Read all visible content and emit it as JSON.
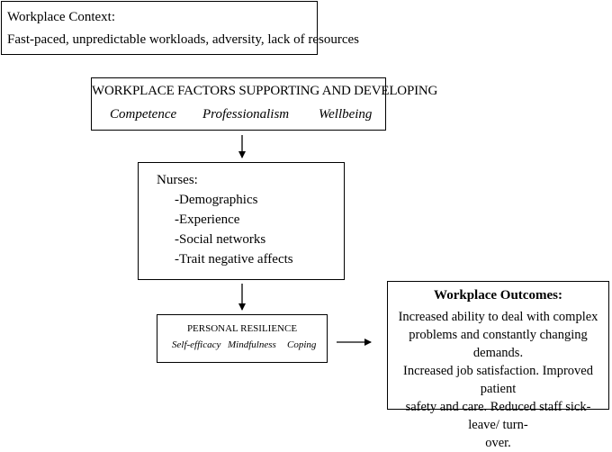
{
  "context": {
    "label": "Workplace Context:",
    "text": "Fast-paced, unpredictable workloads, adversity, lack of resources"
  },
  "factors": {
    "title": "WORKPLACE FACTORS SUPPORTING AND DEVELOPING",
    "items": [
      "Competence",
      "Professionalism",
      "Wellbeing"
    ]
  },
  "nurses": {
    "heading": "Nurses:",
    "items": [
      "-Demographics",
      "-Experience",
      "-Social networks",
      "-Trait negative affects"
    ]
  },
  "resilience": {
    "title": "PERSONAL RESILIENCE",
    "items": [
      "Self-efficacy",
      "Mindfulness",
      "Coping"
    ]
  },
  "outcomes": {
    "title": "Workplace Outcomes:",
    "lines": [
      "Increased ability to deal with complex",
      "problems and constantly changing demands.",
      "Increased job satisfaction.  Improved patient",
      "safety and care. Reduced staff sick-leave/  turn-",
      "over."
    ]
  }
}
